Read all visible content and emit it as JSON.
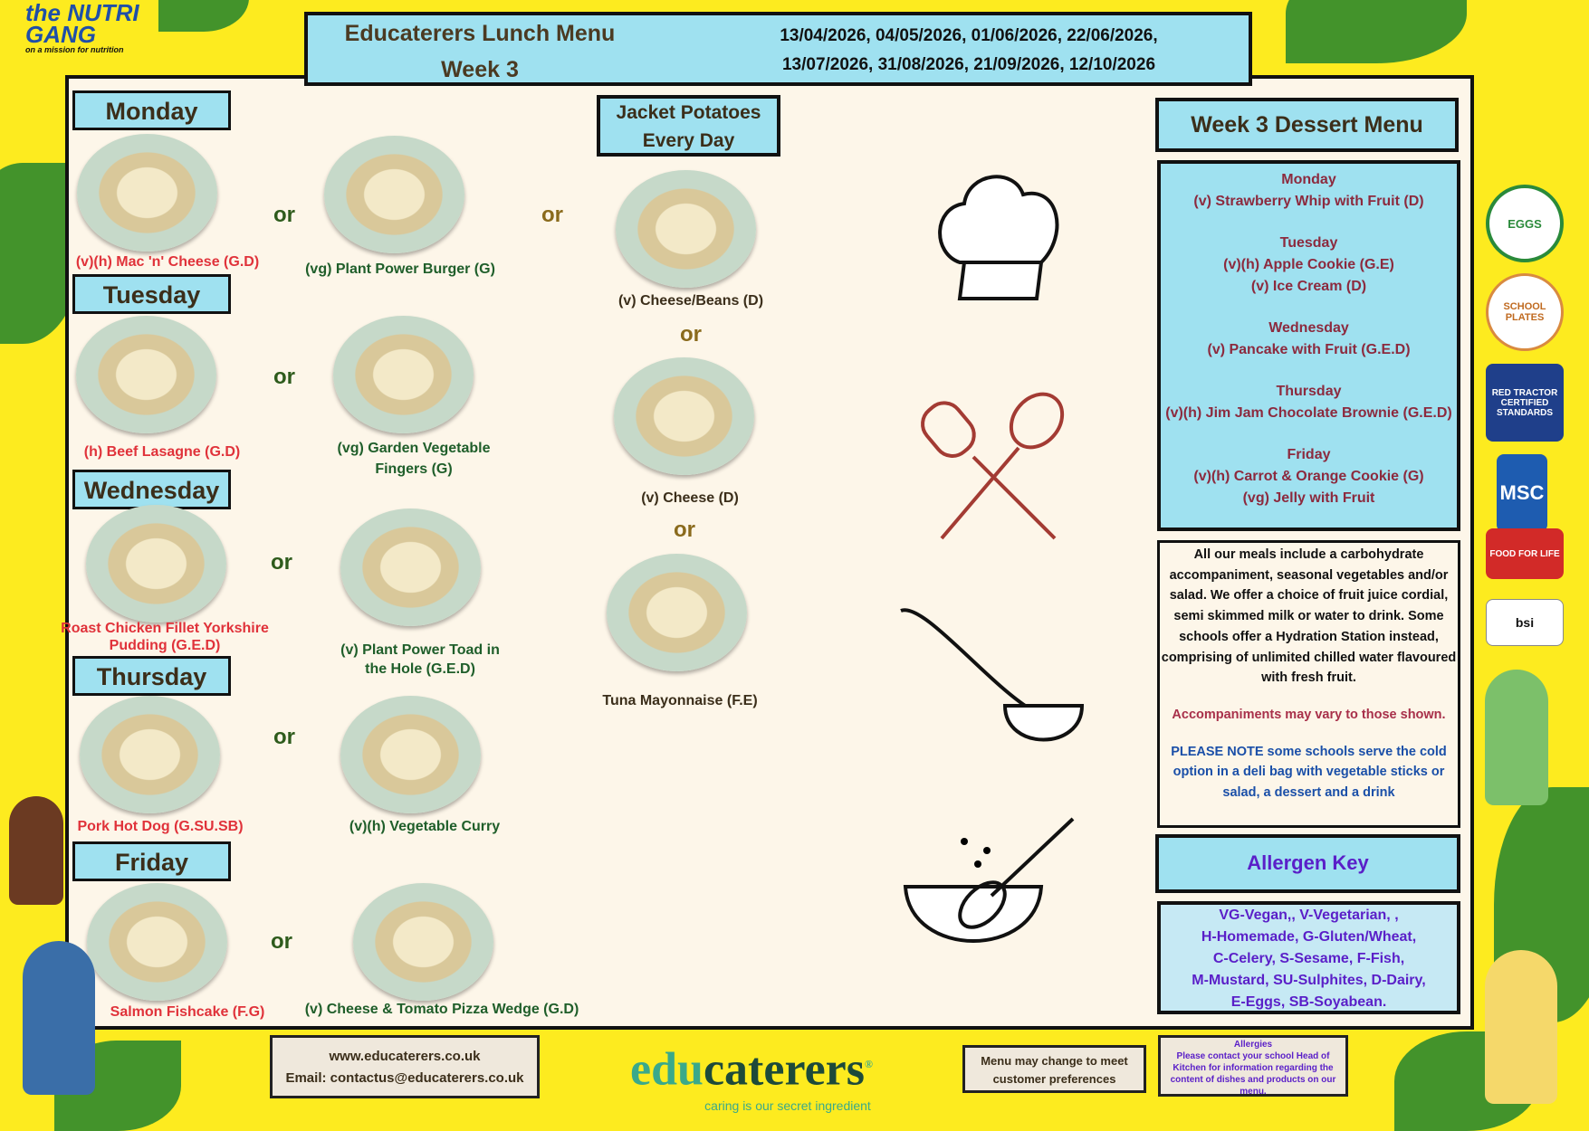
{
  "brand": {
    "logo_text": "the NUTRI GANG",
    "tagline": "on a mission for nutrition"
  },
  "header": {
    "title": "Educaterers Lunch Menu",
    "week": "Week 3",
    "dates_line1": "13/04/2026, 04/05/2026, 01/06/2026, 22/06/2026,",
    "dates_line2": "13/07/2026, 31/08/2026, 21/09/2026, 12/10/2026"
  },
  "or_label": "or",
  "days": [
    {
      "name": "Monday",
      "option1": "(v)(h) Mac 'n' Cheese (G.D)",
      "option2": "(vg) Plant Power Burger (G)"
    },
    {
      "name": "Tuesday",
      "option1": "(h) Beef Lasagne (G.D)",
      "option2": "(vg) Garden Vegetable Fingers (G)"
    },
    {
      "name": "Wednesday",
      "option1": "Roast Chicken Fillet Yorkshire Pudding (G.E.D)",
      "option2": "(v) Plant Power Toad in the Hole (G.E.D)"
    },
    {
      "name": "Thursday",
      "option1": "Pork Hot Dog (G.SU.SB)",
      "option2": "(v)(h) Vegetable Curry"
    },
    {
      "name": "Friday",
      "option1": "Salmon Fishcake (F.G)",
      "option2": "(v) Cheese & Tomato Pizza Wedge (G.D)"
    }
  ],
  "jacket": {
    "title_line1": "Jacket Potatoes",
    "title_line2": "Every Day",
    "items": [
      "(v) Cheese/Beans (D)",
      "(v) Cheese (D)",
      "Tuna Mayonnaise (F.E)"
    ]
  },
  "dessert": {
    "title": "Week 3 Dessert Menu",
    "days": [
      {
        "day": "Monday",
        "items": [
          "(v) Strawberry Whip with Fruit (D)"
        ]
      },
      {
        "day": "Tuesday",
        "items": [
          "(v)(h) Apple Cookie  (G.E)",
          "(v) Ice Cream (D)"
        ]
      },
      {
        "day": "Wednesday",
        "items": [
          "(v) Pancake with Fruit (G.E.D)"
        ]
      },
      {
        "day": "Thursday",
        "items": [
          "(v)(h) Jim Jam Chocolate Brownie (G.E.D)"
        ]
      },
      {
        "day": "Friday",
        "items": [
          "(v)(h) Carrot & Orange Cookie (G)",
          "(vg) Jelly with Fruit"
        ]
      }
    ]
  },
  "info": {
    "meals": "All our meals include a carbohydrate accompaniment, seasonal vegetables and/or salad. We offer a choice of fruit juice cordial, semi skimmed milk or water to drink. Some schools offer a Hydration Station instead, comprising of unlimited chilled water flavoured with fresh fruit.",
    "accompaniments": "Accompaniments may vary to those shown.",
    "note_lead": "PLEASE NOTE",
    "note": " some schools serve the cold option in a deli bag with vegetable sticks or salad, a dessert and a drink"
  },
  "allergen": {
    "title": "Allergen Key",
    "lines": [
      "VG-Vegan,, V-Vegetarian, ,",
      "H-Homemade, G-Gluten/Wheat,",
      "C-Celery, S-Sesame, F-Fish,",
      "M-Mustard, SU-Sulphites, D-Dairy,",
      "E-Eggs, SB-Soyabean."
    ]
  },
  "footer": {
    "website": "www.educaterers.co.uk",
    "email": "Email: contactus@educaterers.co.uk",
    "logo_edu": "edu",
    "logo_caterers": "caterers",
    "logo_reg": "®",
    "slogan": "caring is our secret ingredient",
    "menu_change": "Menu may change to meet customer preferences",
    "allergies_title": "Allergies",
    "allergies_text": "Please contact your school Head of Kitchen for information regarding the content of dishes and products on our menu."
  },
  "badges": [
    "EGGS",
    "SCHOOL PLATES",
    "RED TRACTOR CERTIFIED STANDARDS",
    "MSC",
    "FOOD FOR LIFE",
    "bsi"
  ],
  "colors": {
    "background": "#fdeb1f",
    "header_blue": "#9fe1f0",
    "panel": "#fdf6e9",
    "dessert_text": "#8c2a3e",
    "allergen_text": "#5a1fc8"
  }
}
